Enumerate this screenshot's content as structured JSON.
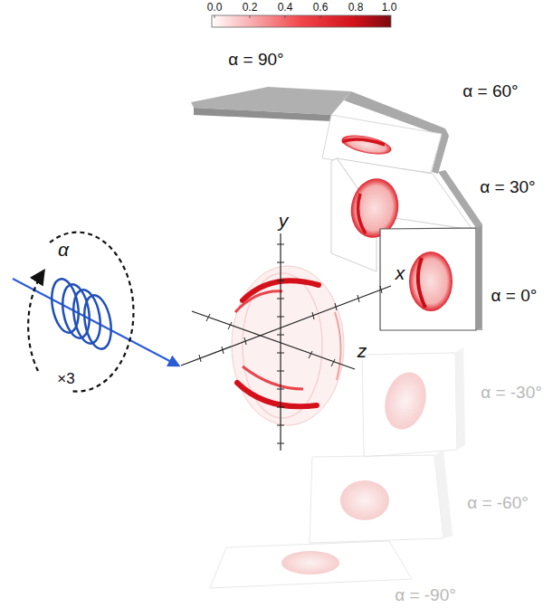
{
  "diagram": {
    "labels": [
      "0.0",
      "0.2",
      "0.4",
      "0.6",
      "0.8",
      "1.0",
      "α = 90°",
      "α = 60°",
      "α = 30°",
      "α = 0°",
      "α = -30°",
      "α = -60°",
      "α = -90°",
      "α",
      "×3",
      "y",
      "x",
      "z"
    ]
  }
}
